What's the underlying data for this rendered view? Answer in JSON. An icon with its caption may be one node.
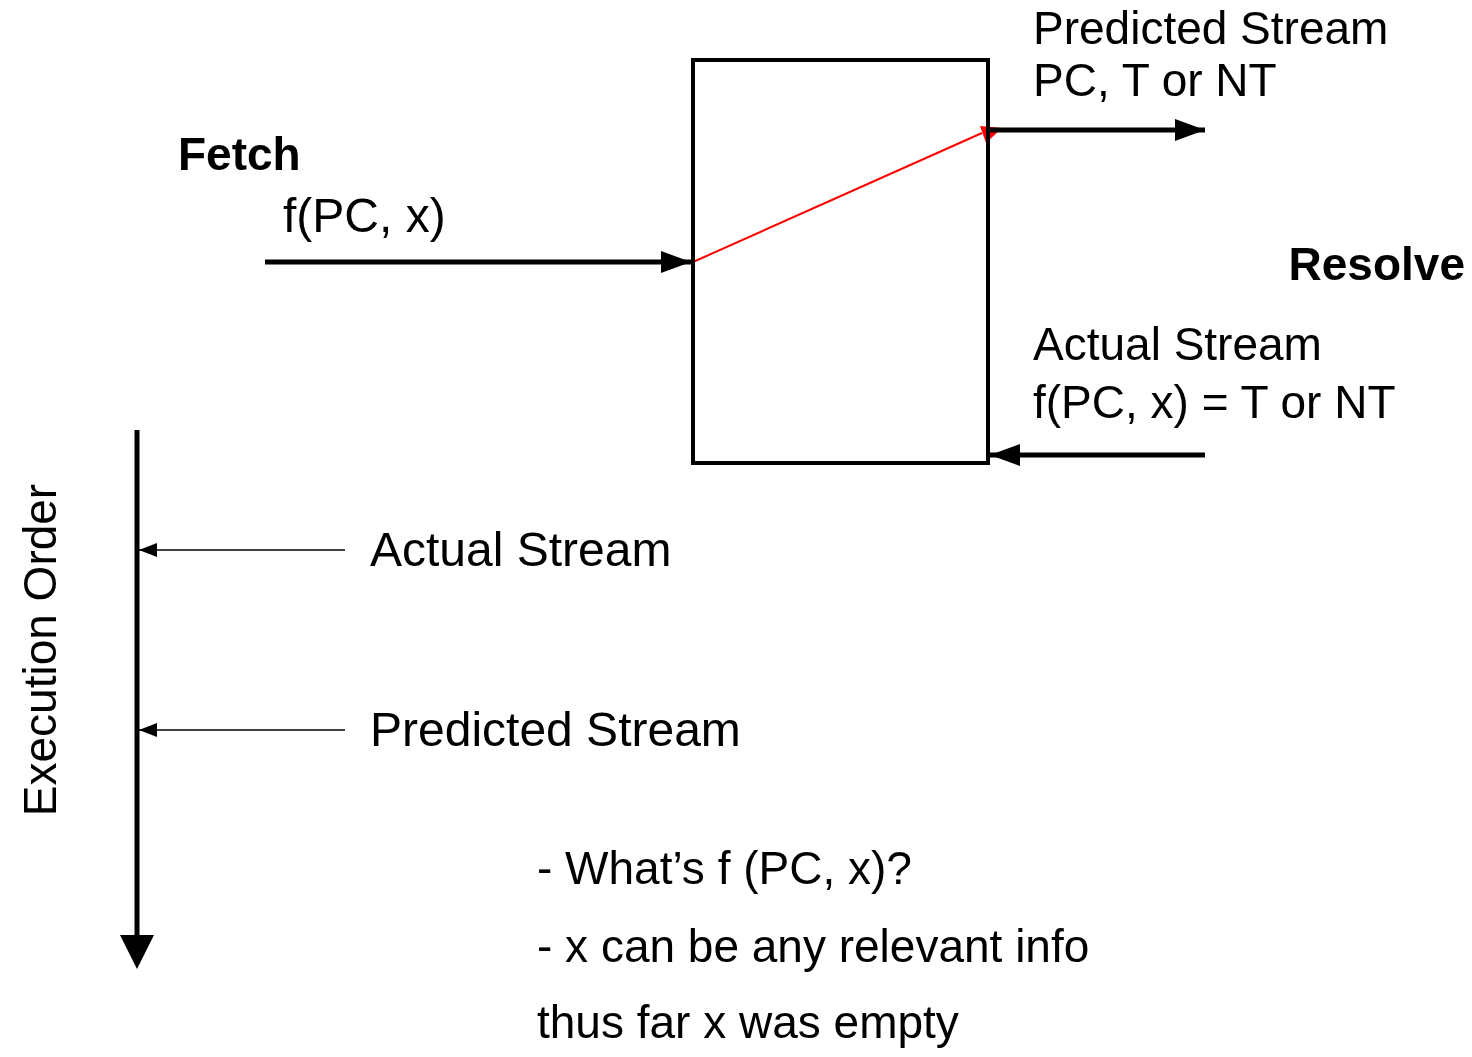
{
  "diagram": {
    "nodes": [
      {
        "text": [],
        "shape": "box"
      },
      {
        "text": [
          "Actual Stream"
        ]
      },
      {
        "text": [
          "Predicted Stream"
        ]
      }
    ],
    "edges": [
      {
        "from": null,
        "to": 0,
        "arrow": "to",
        "label": "f(PC, x)"
      },
      {
        "from": 0,
        "to": null,
        "arrow": "to"
      },
      {
        "from": null,
        "to": 0,
        "arrow": "to"
      },
      {
        "from": 1,
        "to": null,
        "arrow": "to"
      },
      {
        "from": 2,
        "to": null,
        "arrow": "to"
      }
    ],
    "labels": [
      "Predicted Stream",
      "PC, T or NT",
      "Fetch",
      "Resolve",
      "Actual Stream",
      "f(PC, x) = T or NT",
      "Execution Order",
      "- What’s f (PC, x)?",
      "- x can be any relevant info",
      "thus far x was empty"
    ]
  }
}
